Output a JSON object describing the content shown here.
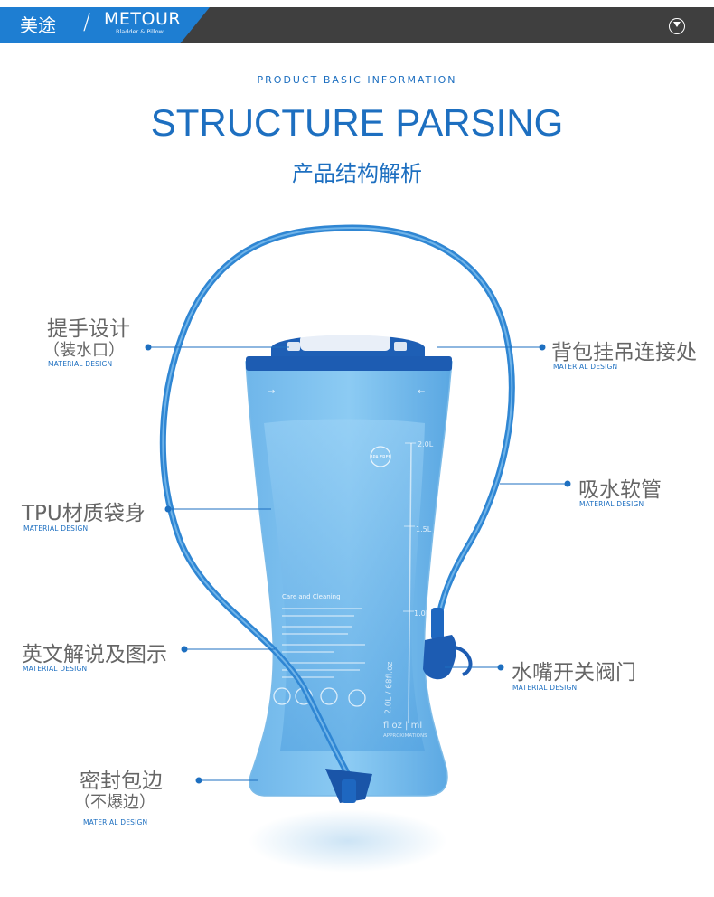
{
  "header": {
    "brand_cn": "美途",
    "slash": "/",
    "brand_en": "METOUR",
    "brand_sub": "Bladder & Pillow",
    "accent": "#1e7ed2",
    "bar_color": "#3f3f3f",
    "menu_icon": "chevron-down-circle-icon"
  },
  "section": {
    "kicker": "PRODUCT BASIC INFORMATION",
    "title": "STRUCTURE PARSING",
    "title_cn": "产品结构解析"
  },
  "product": {
    "bag_marks": {
      "capacity_2": "2.0L",
      "capacity_15": "1.5L",
      "capacity_1": "1.0L",
      "care_title": "Care and Cleaning",
      "side_text": "2.0L / 68fl.oz",
      "bottom_text": "fl oz | ml",
      "approx": "APPROXIMATIONS",
      "badge": "BPA FREE"
    }
  },
  "callouts": {
    "material_design": "MATERIAL DESIGN",
    "handle": {
      "label": "提手设计",
      "sub": "（装水口）"
    },
    "hang": {
      "label": "背包挂吊连接处"
    },
    "tpu": {
      "label": "TPU材质袋身"
    },
    "tube": {
      "label": "吸水软管"
    },
    "english": {
      "label": "英文解说及图示"
    },
    "valve": {
      "label": "水嘴开关阀门"
    },
    "seal": {
      "label": "密封包边",
      "sub": "（不爆边）"
    }
  }
}
